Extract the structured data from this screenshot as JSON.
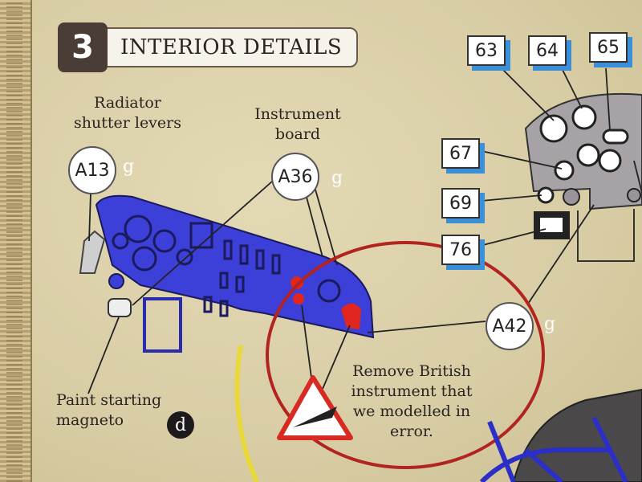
{
  "step": {
    "number": "3",
    "title": "INTERIOR DETAILS"
  },
  "labels": {
    "radiator": "Radiator shutter levers",
    "instrument_board": "Instrument board",
    "paint_magneto": "Paint starting magneto",
    "remove_note": "Remove British instrument that we modelled in error."
  },
  "parts": {
    "a13": "A13",
    "a36": "A36",
    "a42": "A42"
  },
  "paint_codes": {
    "g": "g",
    "d": "d"
  },
  "callouts": [
    "63",
    "64",
    "65",
    "67",
    "69",
    "76"
  ],
  "colors": {
    "panel_blue": "#3c3fd8",
    "highlight_red": "#b2241f",
    "number_shadow": "#3a8fd8",
    "paint_olive": "#968a4a"
  },
  "icons": {
    "warning": "warning-triangle-icon"
  }
}
